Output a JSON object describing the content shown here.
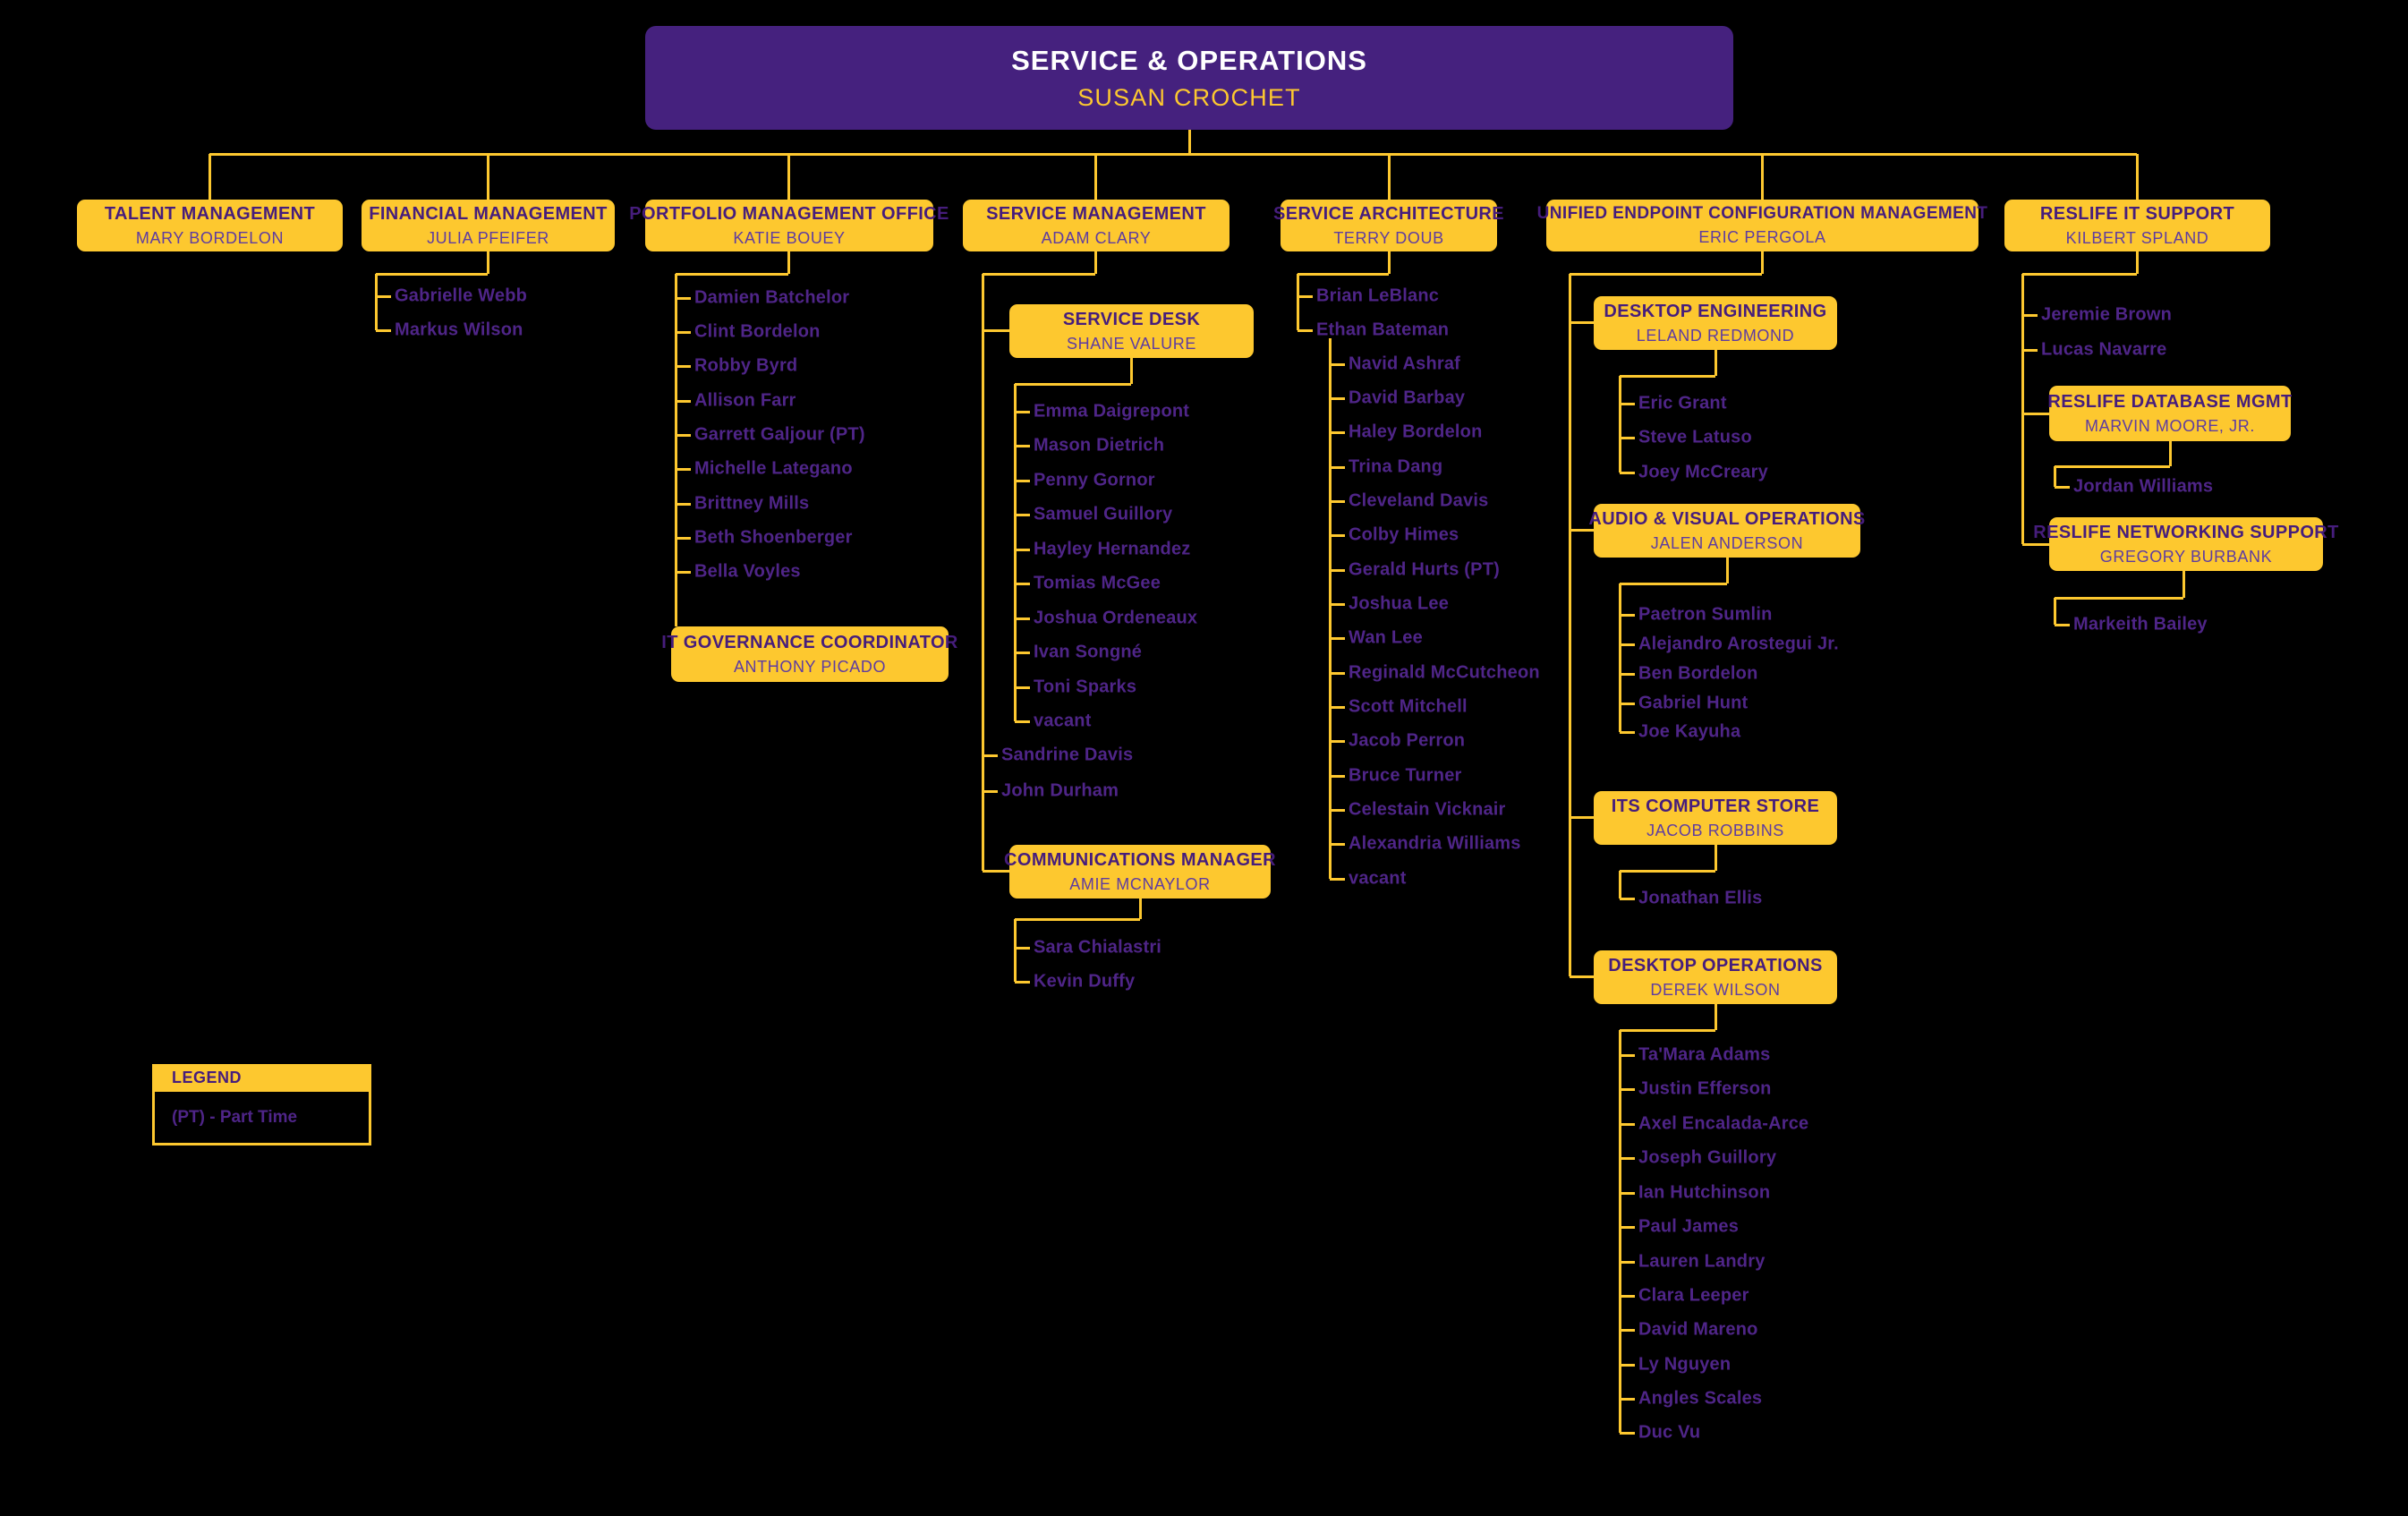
{
  "palette": {
    "background": "#000000",
    "root_box_purple": "#45217E",
    "gold": "#FDC82F",
    "box_title_purple": "#461D7C",
    "box_name_purple": "#5E3CA1",
    "member_name_purple": "#4F2588",
    "root_title_white": "#FFFFFF"
  },
  "org": {
    "root": {
      "title": "SERVICE & OPERATIONS",
      "name": "SUSAN CROCHET"
    },
    "departments": [
      {
        "title": "TALENT MANAGEMENT",
        "name": "MARY BORDELON",
        "members": []
      },
      {
        "title": "FINANCIAL MANAGEMENT",
        "name": "JULIA PFEIFER",
        "members": [
          "Gabrielle Webb",
          "Markus Wilson"
        ]
      },
      {
        "title": "PORTFOLIO MANAGEMENT OFFICE",
        "name": "KATIE BOUEY",
        "members": [
          "Damien Batchelor",
          "Clint Bordelon",
          "Robby Byrd",
          "Allison Farr",
          "Garrett Galjour (PT)",
          "Michelle Lategano",
          "Brittney Mills",
          "Beth Shoenberger",
          "Bella Voyles"
        ],
        "subunits": [
          {
            "title": "IT GOVERNANCE COORDINATOR",
            "name": "ANTHONY PICADO",
            "members": []
          }
        ]
      },
      {
        "title": "SERVICE MANAGEMENT",
        "name": "ADAM CLARY",
        "members": [
          "Sandrine Davis",
          "John Durham"
        ],
        "subunits": [
          {
            "title": "SERVICE DESK",
            "name": "SHANE VALURE",
            "members": [
              "Emma Daigrepont",
              "Mason Dietrich",
              "Penny Gornor",
              "Samuel Guillory",
              "Hayley Hernandez",
              "Tomias McGee",
              "Joshua Ordeneaux",
              "Ivan Songné",
              "Toni Sparks",
              "vacant"
            ]
          },
          {
            "title": "COMMUNICATIONS MANAGER",
            "name": "AMIE MCNAYLOR",
            "members": [
              "Sara Chialastri",
              "Kevin Duffy"
            ]
          }
        ]
      },
      {
        "title": "SERVICE ARCHITECTURE",
        "name": "TERRY DOUB",
        "members": [
          "Brian LeBlanc",
          "Ethan Bateman"
        ],
        "team_reports": {
          "lead": "Ethan Bateman",
          "members": [
            "Navid Ashraf",
            "David Barbay",
            "Haley Bordelon",
            "Trina Dang",
            "Cleveland Davis",
            "Colby Himes",
            "Gerald Hurts (PT)",
            "Joshua Lee",
            "Wan Lee",
            "Reginald McCutcheon",
            "Scott Mitchell",
            "Jacob Perron",
            "Bruce Turner",
            "Celestain Vicknair",
            "Alexandria Williams",
            "vacant"
          ]
        }
      },
      {
        "title": "UNIFIED ENDPOINT CONFIGURATION MANAGEMENT",
        "name": "ERIC PERGOLA",
        "members": [],
        "subunits": [
          {
            "title": "DESKTOP ENGINEERING",
            "name": "LELAND REDMOND",
            "members": [
              "Eric Grant",
              "Steve Latuso",
              "Joey McCreary"
            ]
          },
          {
            "title": "AUDIO & VISUAL OPERATIONS",
            "name": "JALEN ANDERSON",
            "members": [
              "Paetron Sumlin",
              "Alejandro Arostegui Jr.",
              "Ben Bordelon",
              "Gabriel Hunt",
              "Joe Kayuha"
            ]
          },
          {
            "title": "ITS COMPUTER STORE",
            "name": "JACOB ROBBINS",
            "members": [
              "Jonathan Ellis"
            ]
          },
          {
            "title": "DESKTOP OPERATIONS",
            "name": "DEREK WILSON",
            "members": [
              "Ta'Mara Adams",
              "Justin Efferson",
              "Axel Encalada-Arce",
              "Joseph Guillory",
              "Ian Hutchinson",
              "Paul James",
              "Lauren Landry",
              "Clara Leeper",
              "David Mareno",
              "Ly Nguyen",
              "Angles Scales",
              "Duc Vu"
            ]
          }
        ]
      },
      {
        "title": "RESLIFE IT SUPPORT",
        "name": "KILBERT SPLAND",
        "members": [
          "Jeremie Brown",
          "Lucas Navarre"
        ],
        "subunits": [
          {
            "title": "RESLIFE DATABASE MGMT",
            "name": "MARVIN MOORE, JR.",
            "members": [
              "Jordan Williams"
            ]
          },
          {
            "title": "RESLIFE NETWORKING SUPPORT",
            "name": "GREGORY BURBANK",
            "members": [
              "Markeith Bailey"
            ]
          }
        ]
      }
    ]
  },
  "legend": {
    "title": "LEGEND",
    "items": [
      "(PT) - Part Time"
    ]
  }
}
